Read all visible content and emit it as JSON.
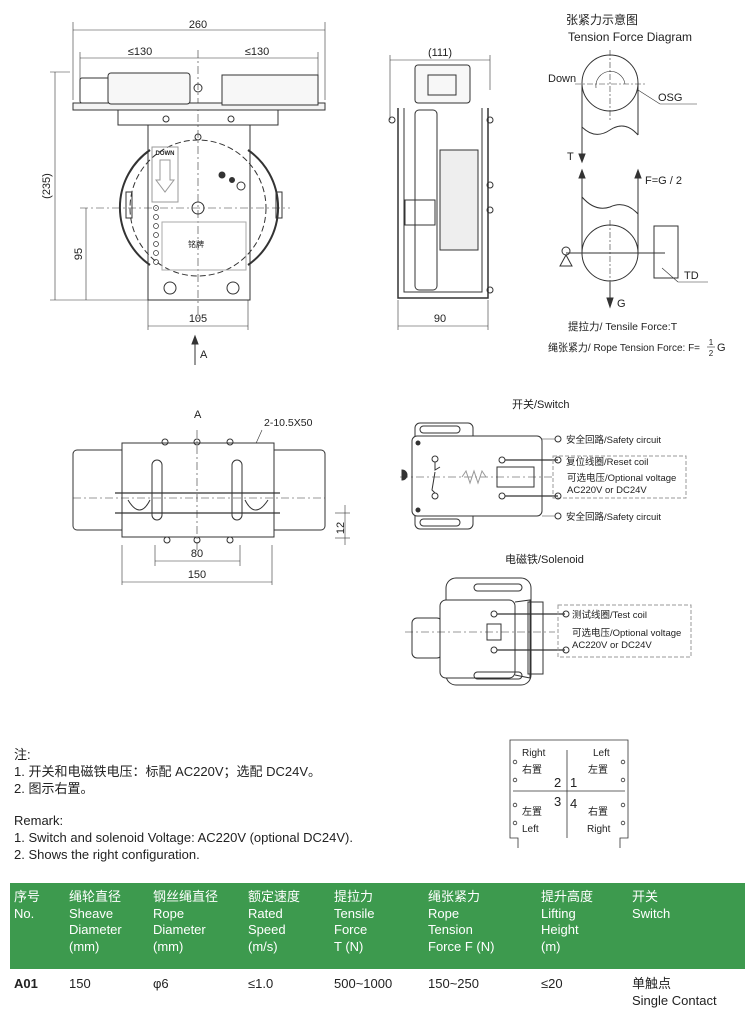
{
  "front_view": {
    "dim_total": "260",
    "dim_left": "≤130",
    "dim_right": "≤130",
    "dim_height": "(235)",
    "dim_center_height": "95",
    "dim_base": "105",
    "arrow_label": "A",
    "down_label": "DOWN",
    "nameplate_label": "铭牌"
  },
  "side_view": {
    "dim_top": "(111)",
    "dim_base": "90"
  },
  "tension_diagram": {
    "title_cn": "张紧力示意图",
    "title_en": "Tension Force Diagram",
    "down": "Down",
    "osg": "OSG",
    "t": "T",
    "f": "F=G / 2",
    "td": "TD",
    "g": "G",
    "tensile": "提拉力/ Tensile Force:T",
    "rope_tension": "绳张紧力/  Rope Tension Force:  F=",
    "frac_num": "1",
    "frac_den": "2",
    "frac_g": "G"
  },
  "view_a": {
    "label": "A",
    "slot": "2-10.5X50",
    "dim_12": "12",
    "dim_80": "80",
    "dim_150": "150"
  },
  "switch": {
    "title": "开关/Switch",
    "safety1": "安全回路/Safety circuit",
    "reset": "复位线圈/Reset coil",
    "optional": "可选电压/Optional voltage",
    "voltage": "AC220V or DC24V",
    "safety2": "安全回路/Safety circuit"
  },
  "solenoid": {
    "title": "电磁铁/Solenoid",
    "test": "测试线圈/Test coil",
    "optional": "可选电压/Optional voltage",
    "voltage": "AC220V or DC24V"
  },
  "position": {
    "tl_en": "Right",
    "tl_cn": "右置",
    "tr_en": "Left",
    "tr_cn": "左置",
    "bl_cn": "左置",
    "bl_en": "Left",
    "br_cn": "右置",
    "br_en": "Right",
    "n1": "1",
    "n2": "2",
    "n3": "3",
    "n4": "4"
  },
  "notes": {
    "cn_title": "注:",
    "cn1": "1.  开关和电磁铁电压：标配 AC220V；选配 DC24V。",
    "cn2": "2.  图示右置。",
    "en_title": "Remark:",
    "en1": "1. Switch and solenoid Voltage: AC220V (optional DC24V).",
    "en2": "2. Shows the right configuration."
  },
  "table": {
    "headers": [
      "序号\nNo.",
      "绳轮直径\nSheave\nDiameter\n(mm)",
      "钢丝绳直径\nRope\nDiameter\n (mm)",
      "额定速度\nRated\nSpeed\n(m/s)",
      "提拉力\nTensile\nForce\nT (N)",
      "绳张紧力\nRope\nTension\nForce F (N)",
      "提升高度\nLifting\nHeight\n(m)",
      "开关\nSwitch"
    ],
    "rows": [
      [
        "A01",
        "150",
        "φ6",
        "≤1.0",
        "500~1000",
        "150~250",
        "≤20",
        "单触点\nSingle Contact"
      ]
    ]
  },
  "colors": {
    "header_green": "#3d9a4e"
  }
}
